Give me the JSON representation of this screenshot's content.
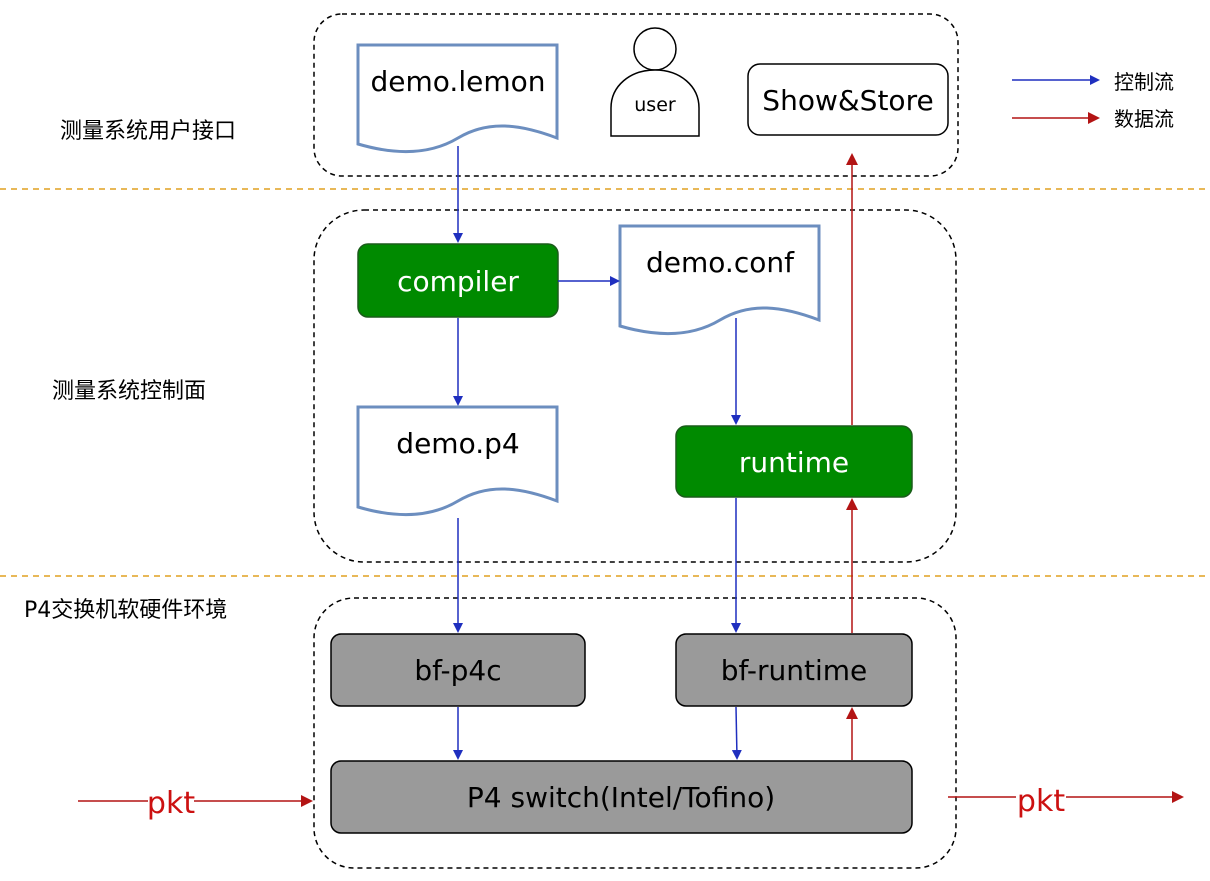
{
  "layers": {
    "top_label": "测量系统用户接口",
    "mid_label": "测量系统控制面",
    "bottom_label": "P4交换机软硬件环境"
  },
  "legend": {
    "control_flow": "控制流",
    "data_flow": "数据流",
    "control_color": "#1f2fbf",
    "data_color": "#b31414"
  },
  "nodes": {
    "demo_lemon": "demo.lemon",
    "user": "user",
    "show_store": "Show&Store",
    "compiler": "compiler",
    "demo_conf": "demo.conf",
    "demo_p4": "demo.p4",
    "runtime": "runtime",
    "bf_p4c": "bf-p4c",
    "bf_runtime": "bf-runtime",
    "p4_switch": "P4 switch(Intel/Tofino)"
  },
  "packets": {
    "in_label": "pkt",
    "out_label": "pkt"
  },
  "colors": {
    "green_box": "#008a00",
    "gray_box": "#9a9a9a",
    "doc_border": "#6c8ebf",
    "divider": "#e0a020"
  }
}
